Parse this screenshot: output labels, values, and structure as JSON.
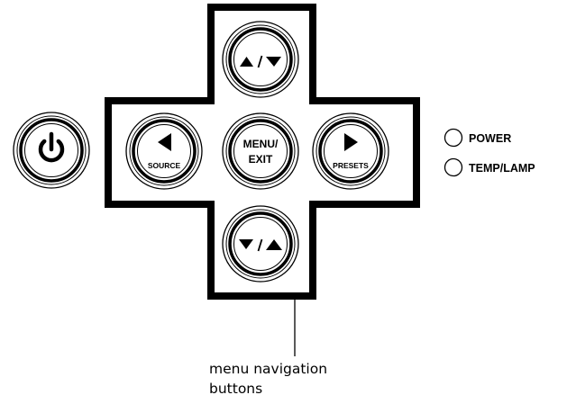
{
  "buttons": {
    "menu_exit": {
      "line1": "MENU/",
      "line2": "EXIT"
    },
    "source": "SOURCE",
    "presets": "PRESETS"
  },
  "indicators": {
    "power": "POWER",
    "temp_lamp": "TEMP/LAMP"
  },
  "callout": {
    "line1": "menu navigation",
    "line2": "buttons"
  },
  "icons": [
    "power-icon",
    "up-down-arrows-icon",
    "left-arrow-icon",
    "right-arrow-icon",
    "down-up-arrows-icon",
    "led-indicator-icon"
  ],
  "colors": {
    "line": "#000000",
    "background": "#ffffff"
  }
}
